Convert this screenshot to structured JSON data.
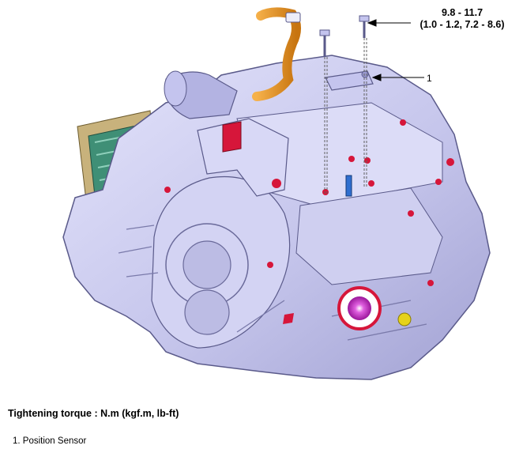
{
  "callouts": {
    "torque_line1": "9.8 - 11.7",
    "torque_line2": "(1.0 - 1.2, 7.2 - 8.6)",
    "position_sensor_number": "1"
  },
  "caption": "Tightening torque : N.m (kgf.m, lb-ft)",
  "legend": {
    "items": [
      "1. Position Sensor"
    ]
  },
  "colors": {
    "housing": "#c9c9ee",
    "housing_shade": "#a9a9d8",
    "accent_red": "#d6163a",
    "hose_orange": "#e8921a",
    "harness_green": "#3f8f76",
    "connector_tan": "#c8b27c",
    "seal_magenta": "#c020c0",
    "plug_yellow": "#e6d21a",
    "pin_blue": "#2f6fd0"
  },
  "icons": [
    "transaxle-illustration",
    "bolt-icon",
    "leader-arrow"
  ]
}
